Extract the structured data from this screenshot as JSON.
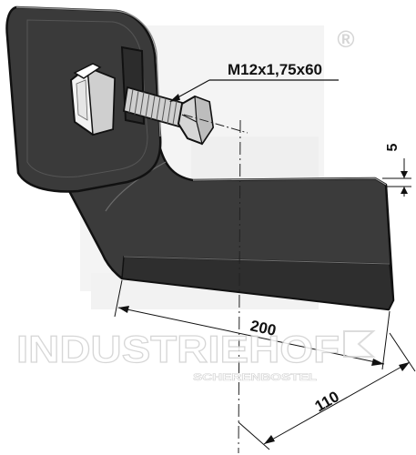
{
  "bolt_label": "M12x1,75x60",
  "dimensions": {
    "length": "200",
    "width": "110",
    "thickness": "5"
  },
  "watermark": {
    "brand": "INDUSTRIEHOF",
    "location": "SCHERENBOSTEL",
    "registered_mark": "®"
  },
  "colors": {
    "blade": "#3c3c3c",
    "blade_edge": "#1a1a1a",
    "bracket": "#353535",
    "bolt": "#c9c9c9",
    "watermark": "#e3e3e3"
  }
}
